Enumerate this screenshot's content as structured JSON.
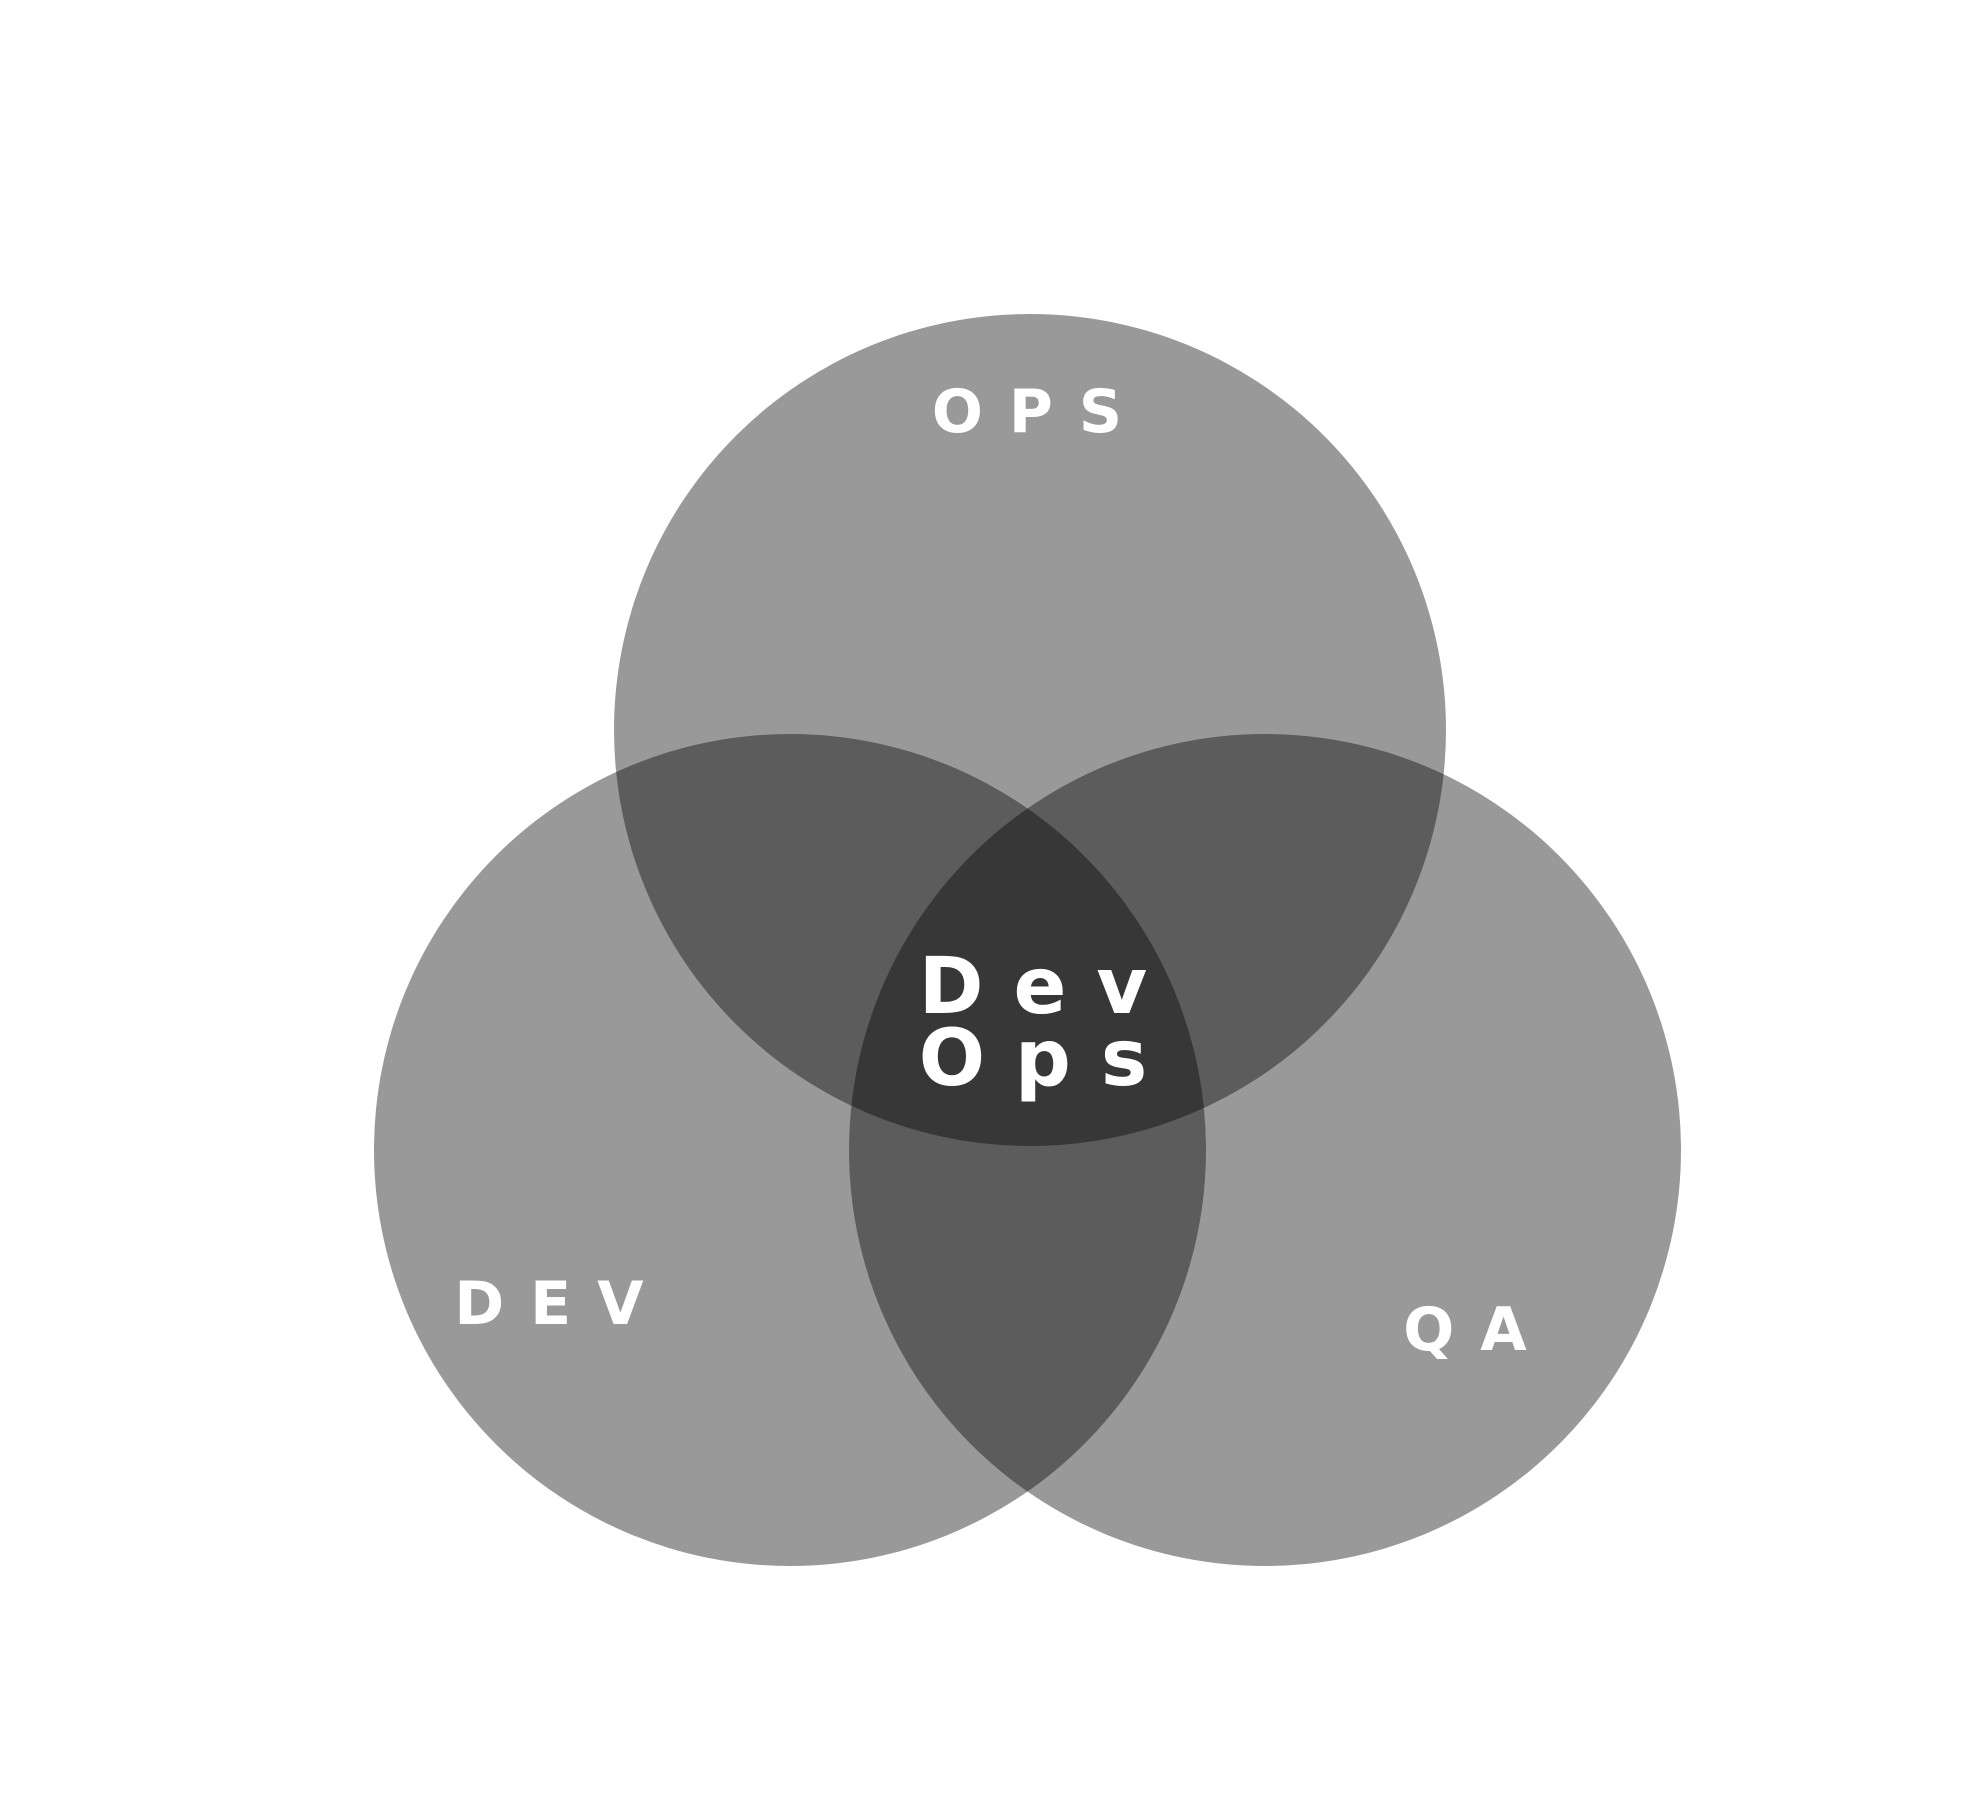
{
  "diagram": {
    "type": "venn",
    "circle_color": "#000000",
    "label_color": "#ffffff",
    "sets": [
      {
        "key": "ops",
        "label": "OPS"
      },
      {
        "key": "dev",
        "label": "DEV"
      },
      {
        "key": "qa",
        "label": "QA"
      }
    ],
    "center": {
      "line1": "Dev",
      "line2": "Ops"
    }
  }
}
